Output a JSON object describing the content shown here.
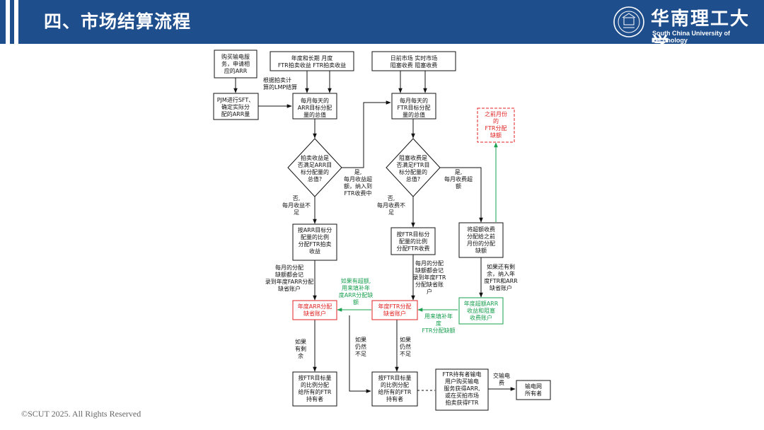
{
  "header": {
    "title": "四、市场结算流程",
    "university_cn": "华南理工大学",
    "university_en": "South China University of Technology",
    "colors": {
      "header_bg": "#1f4e8c",
      "red": "#e02020",
      "green": "#1aa050"
    }
  },
  "footer": {
    "copyright": "©SCUT 2025. All Rights Reserved"
  },
  "flow": {
    "n_buy": [
      "购买输电服",
      "务，申请相",
      "应的ARR"
    ],
    "n_annual": [
      "年度和长期      月度",
      "FTR拍卖收益 FTR拍卖收益"
    ],
    "n_da": [
      "日前市场      实时市场",
      "阻塞收费      阻塞收费"
    ],
    "n_sft": [
      "PJM进行SFT、",
      "确定实际分",
      "配的ARR量"
    ],
    "l_lmp": [
      "根据拍卖计",
      "算的LMP结算"
    ],
    "n_arr_total": [
      "每月每天的",
      "ARR目标分配",
      "量的总值"
    ],
    "n_ftr_total": [
      "每月每天的",
      "FTR目标分配",
      "量的总值"
    ],
    "n_prev": [
      "之前月份",
      "的",
      "FTR分配",
      "缺额"
    ],
    "d_auction": [
      "拍卖收益是",
      "否满足ARR目",
      "标分配量的",
      "总值?"
    ],
    "d_congest": [
      "阻塞收费是",
      "否满足FTR目",
      "标分配量的",
      "总值?"
    ],
    "l_yes1": [
      "是,",
      "每月收益超",
      "额，纳入到",
      "FTR收费中"
    ],
    "l_yes2": [
      "是,",
      "每月收费超",
      "额"
    ],
    "l_no1": [
      "否,",
      "每月收益不",
      "足"
    ],
    "l_no2": [
      "否,",
      "每月收费不",
      "足"
    ],
    "n_arr_alloc": [
      "按ARR目标分",
      "配量的比例",
      "分配FTR拍卖",
      "收益"
    ],
    "n_ftr_alloc": [
      "按FTR目标分",
      "配量的比例",
      "分配FTR收费"
    ],
    "n_excess": [
      "将超额收费",
      "分配给之前",
      "月份的分配",
      "缺额"
    ],
    "l_arr_shortage": [
      "每月的分配",
      "缺额都会记",
      "录到年度FARR分配",
      "缺省账户"
    ],
    "l_ftr_shortage": [
      "每月的分配",
      "缺额都会记",
      "录到年度FTR",
      "分配缺省账",
      "户"
    ],
    "l_remain_inc": [
      "如果还有剩",
      "余，纳入年",
      "度FTR和ARR",
      "缺省账户"
    ],
    "l_green1": [
      "如果有超额,",
      "用来填补年",
      "度ARR分配缺",
      "额"
    ],
    "l_green2": [
      "用来填补年",
      "度",
      "FTR分配缺额"
    ],
    "n_arr_acct": [
      "年度ARR分配",
      "缺省账户"
    ],
    "n_ftr_acct": [
      "年度FTR分配",
      "缺省账户"
    ],
    "n_excess_acct": [
      "年度超额ARR",
      "收益和阻塞",
      "收费账户"
    ],
    "l_remain": [
      "如果",
      "有剩",
      "余"
    ],
    "l_still1": [
      "如果",
      "仍然",
      "不足"
    ],
    "l_still2": [
      "如果",
      "仍然",
      "不足"
    ],
    "n_final1": [
      "按FTR目标量",
      "的比例分配",
      "给所有的FTR",
      "持有者"
    ],
    "n_final2": [
      "按FTR目标量",
      "的比例分配",
      "给所有的FTR",
      "持有者"
    ],
    "n_holder": [
      "FTR持有者输电",
      "用户购买输电",
      "服务获得ARR,",
      "或在买拍市场",
      "拍卖获得FTR"
    ],
    "l_pay": [
      "交输电",
      "费"
    ],
    "n_owner": [
      "输电网",
      "所有者"
    ]
  }
}
